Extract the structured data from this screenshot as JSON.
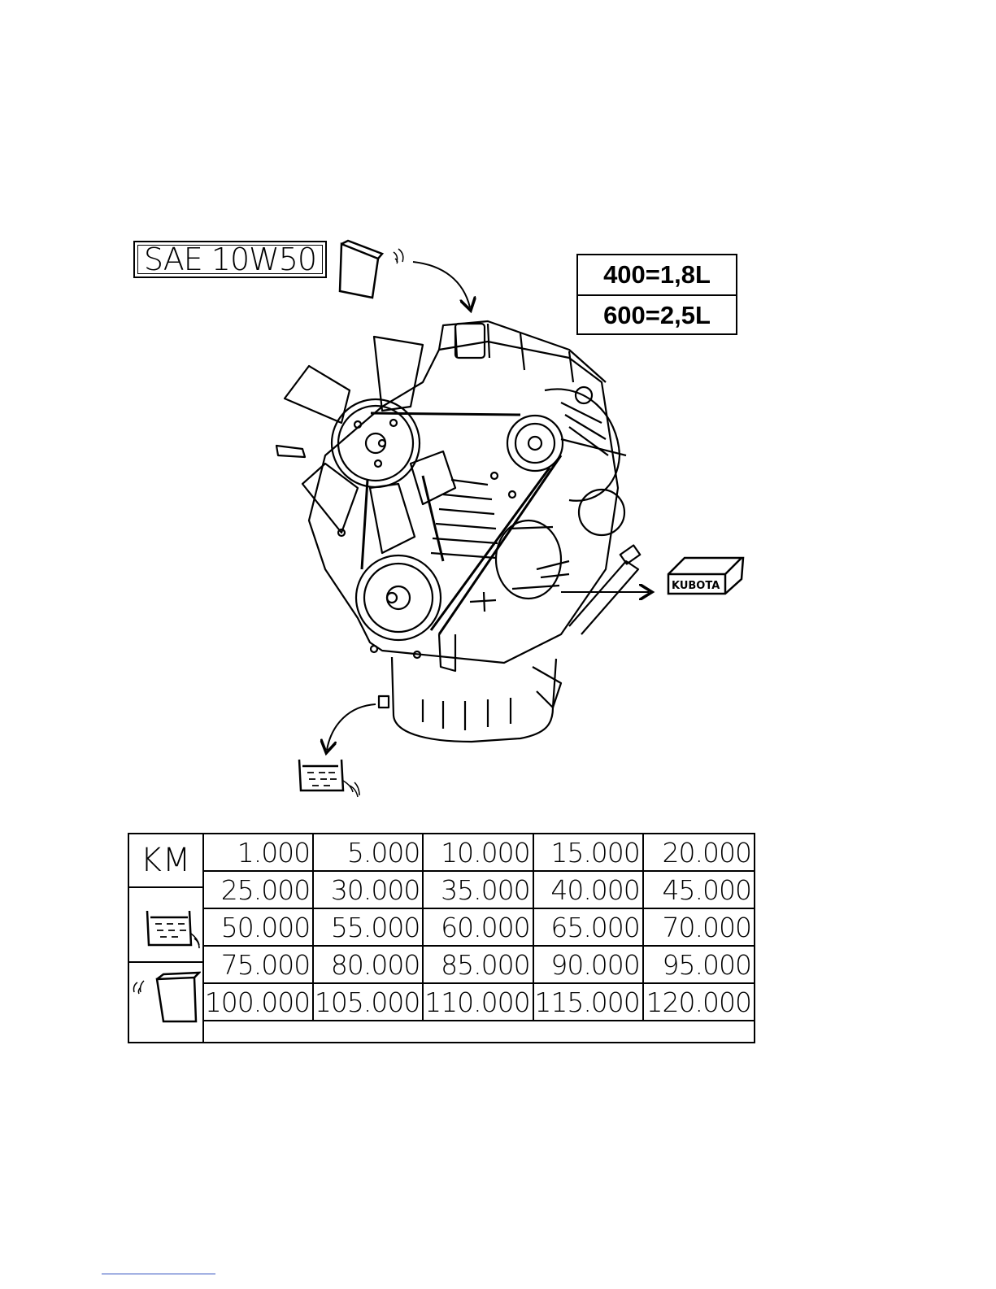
{
  "oil_spec": "SAE 10W50",
  "capacity": [
    {
      "text": "400=1,8L"
    },
    {
      "text": "600=2,5L"
    }
  ],
  "filter_box_label": "KUBOTA",
  "schedule": {
    "header": "KM",
    "intervals": [
      "1.000",
      "5.000",
      "10.000",
      "15.000",
      "20.000",
      "25.000",
      "30.000",
      "35.000",
      "40.000",
      "45.000",
      "50.000",
      "55.000",
      "60.000",
      "65.000",
      "70.000",
      "75.000",
      "80.000",
      "85.000",
      "90.000",
      "95.000",
      "100.000",
      "105.000",
      "110.000",
      "115.000",
      "120.000"
    ]
  },
  "icons": [
    "oil-can-icon",
    "drain-pan-icon",
    "filter-box-icon",
    "engine-illustration"
  ]
}
